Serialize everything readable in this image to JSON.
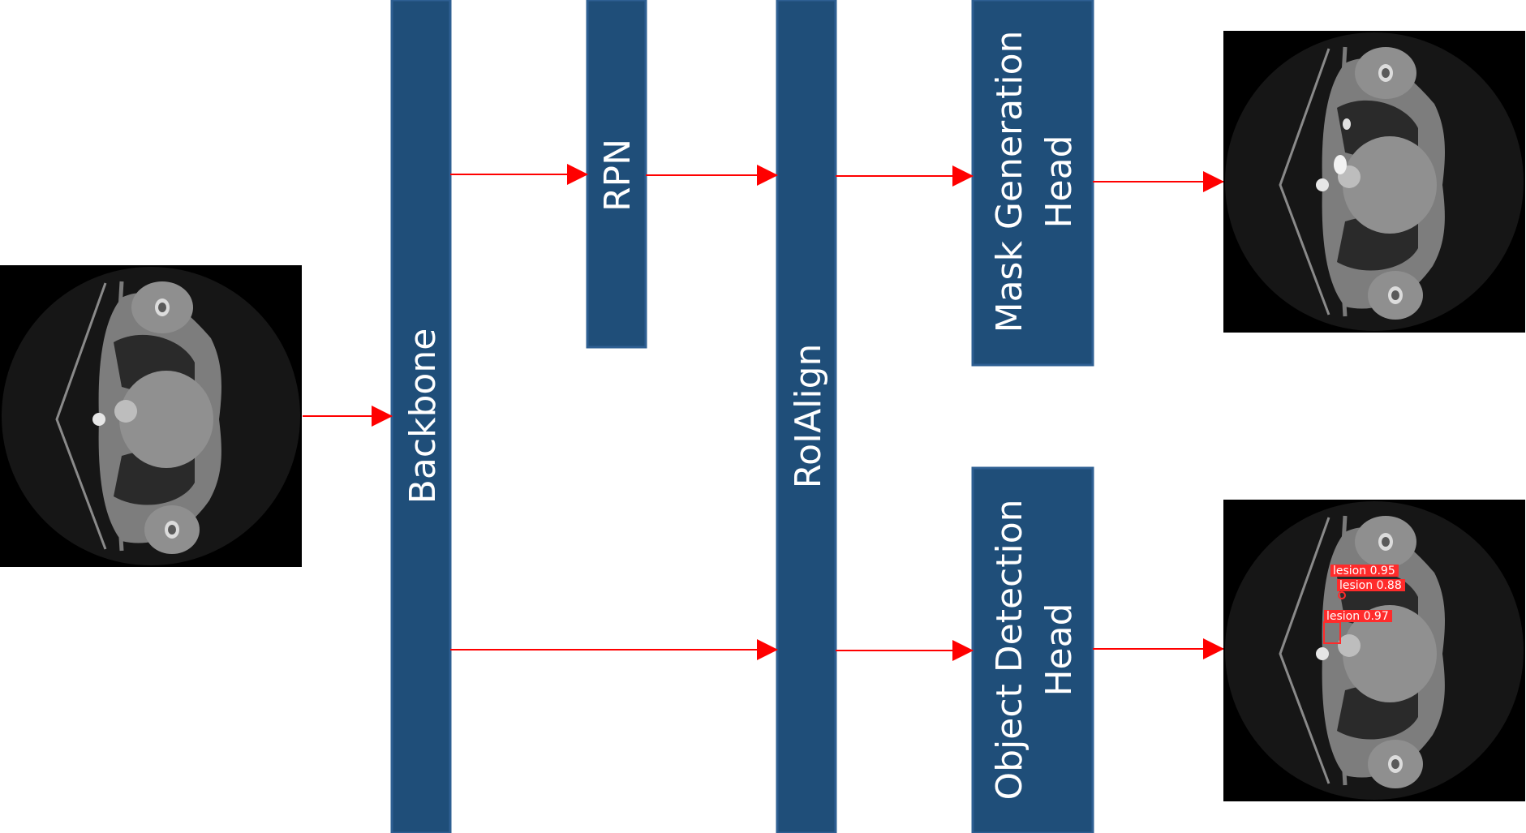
{
  "colors": {
    "block_fill": "#1f4e79",
    "block_stroke": "#2e5f92",
    "arrow": "#ff0000",
    "ct_background": "#000000",
    "detection_box": "#ff2b2b"
  },
  "blocks": {
    "backbone": "Backbone",
    "rpn": "RPN",
    "roialign": "RoIAlign",
    "mask_head": [
      "Mask Generation",
      "Head"
    ],
    "detection_head": [
      "Object Detection",
      "Head"
    ]
  },
  "images": {
    "input": "ct-scan-input",
    "mask_output": "ct-scan-mask-output",
    "detection_output": "ct-scan-detection-output"
  },
  "detections": [
    {
      "label": "lesion 0.95"
    },
    {
      "label": "lesion 0.88"
    },
    {
      "label": "lesion 0.97"
    }
  ]
}
